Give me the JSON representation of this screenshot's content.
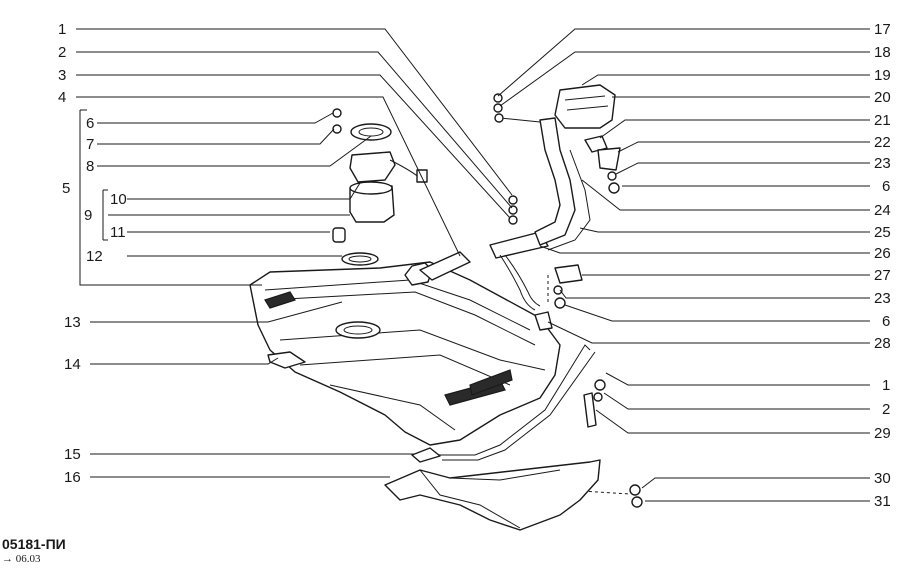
{
  "figure": {
    "code": "05181-ПИ",
    "date": "→ 06.03"
  },
  "callouts_left": [
    "1",
    "2",
    "3",
    "4",
    "6",
    "7",
    "8",
    "5",
    "10",
    "9",
    "11",
    "12",
    "13",
    "14",
    "15",
    "16"
  ],
  "callouts_right": [
    "17",
    "18",
    "19",
    "20",
    "21",
    "22",
    "23",
    "6",
    "24",
    "25",
    "26",
    "27",
    "23",
    "6",
    "28",
    "1",
    "2",
    "29",
    "30",
    "31"
  ]
}
